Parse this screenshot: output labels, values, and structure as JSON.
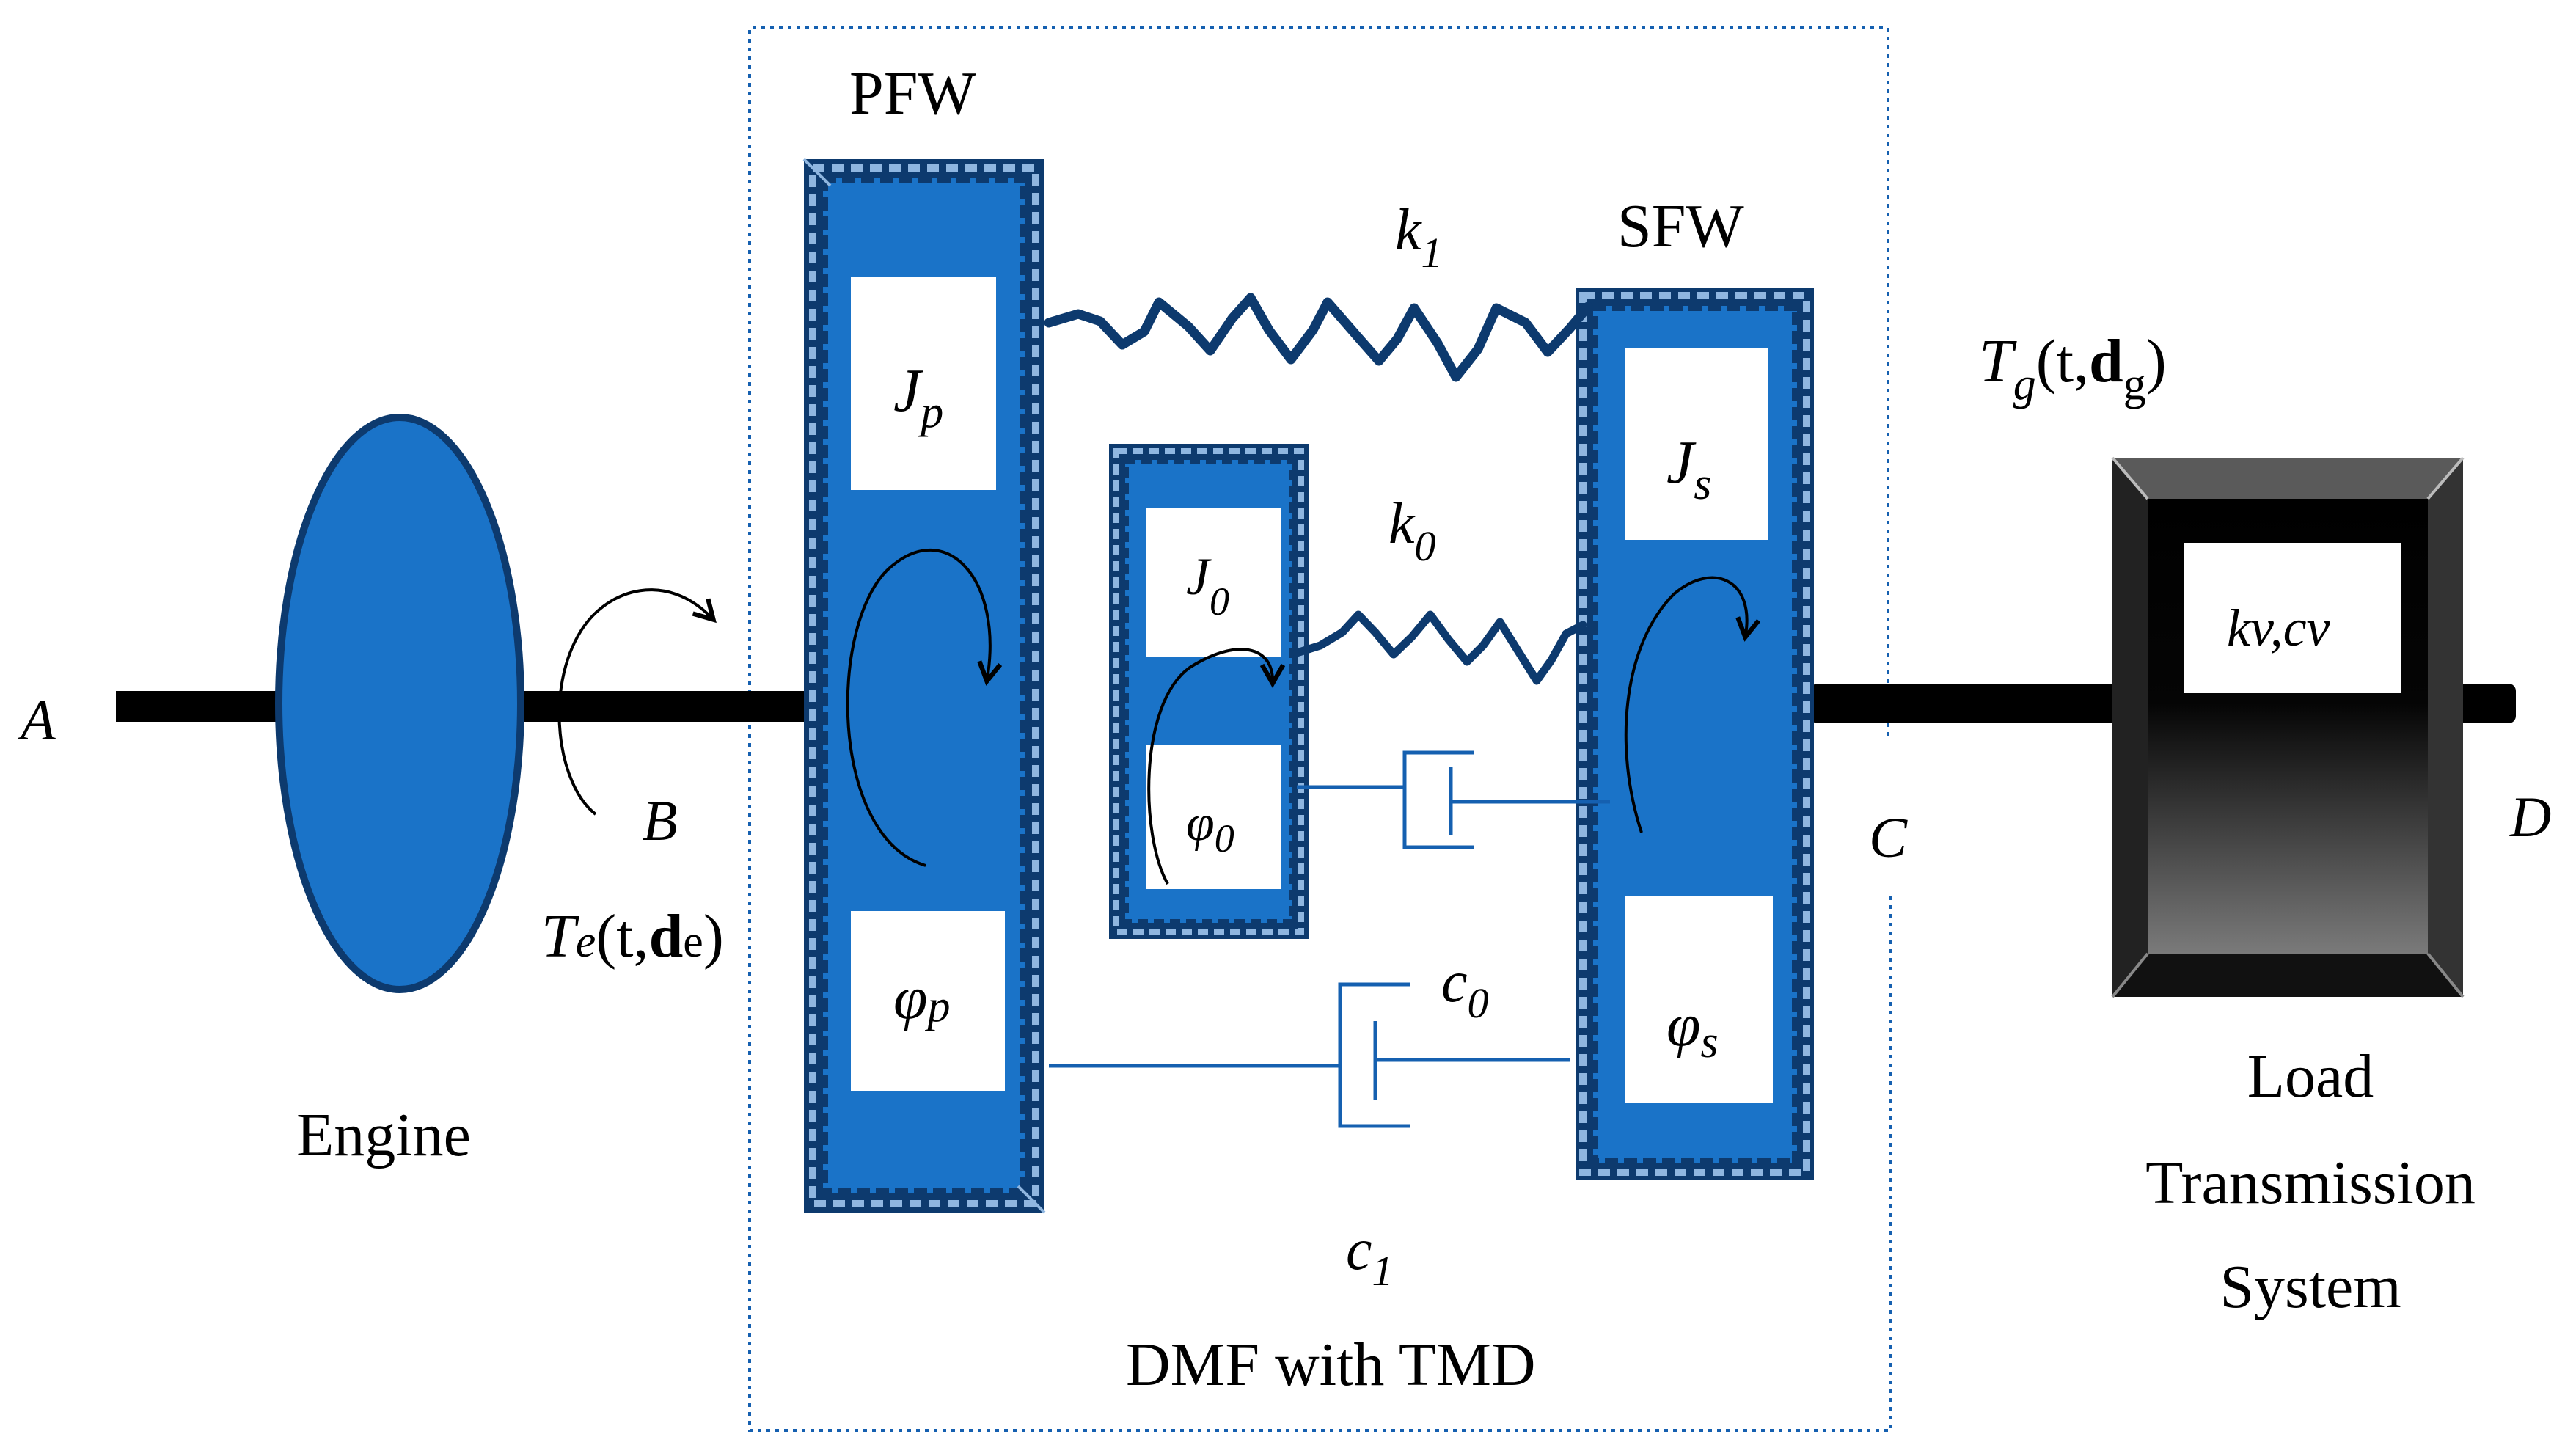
{
  "points": {
    "a": "A",
    "b": "B",
    "c": "C",
    "d": "D"
  },
  "engine": {
    "label": "Engine"
  },
  "torques": {
    "engine": {
      "symbol": "T",
      "sub": "e",
      "args_open": "(t,",
      "bold": "d",
      "bold_sub": "e",
      "args_close": ")"
    },
    "load": {
      "symbol": "T",
      "sub": "g",
      "args_open": "(t,",
      "bold": "d",
      "bold_sub": "g",
      "args_close": ")"
    }
  },
  "pfw": {
    "label": "PFW",
    "inertia": "J",
    "inertia_sub": "p",
    "angle": "φ",
    "angle_sub": "p"
  },
  "tmd": {
    "inertia": "J",
    "inertia_sub": "0",
    "angle": "φ",
    "angle_sub": "0"
  },
  "sfw": {
    "label": "SFW",
    "inertia": "J",
    "inertia_sub": "s",
    "angle": "φ",
    "angle_sub": "s"
  },
  "springs": {
    "k1": "k",
    "k1_sub": "1",
    "k0": "k",
    "k0_sub": "0"
  },
  "dampers": {
    "c0": "c",
    "c0_sub": "0",
    "c1": "c",
    "c1_sub": "1"
  },
  "dmf": {
    "label": "DMF with TMD"
  },
  "load": {
    "param": "kv,cv",
    "line1": "Load",
    "line2": "Transmission",
    "line3": "System"
  },
  "colors": {
    "blue": "#1a73c8",
    "dark_blue": "#0d3a6e",
    "light_blue": "#8fb6e0",
    "line_blue": "#1560b0",
    "black": "#000000"
  }
}
